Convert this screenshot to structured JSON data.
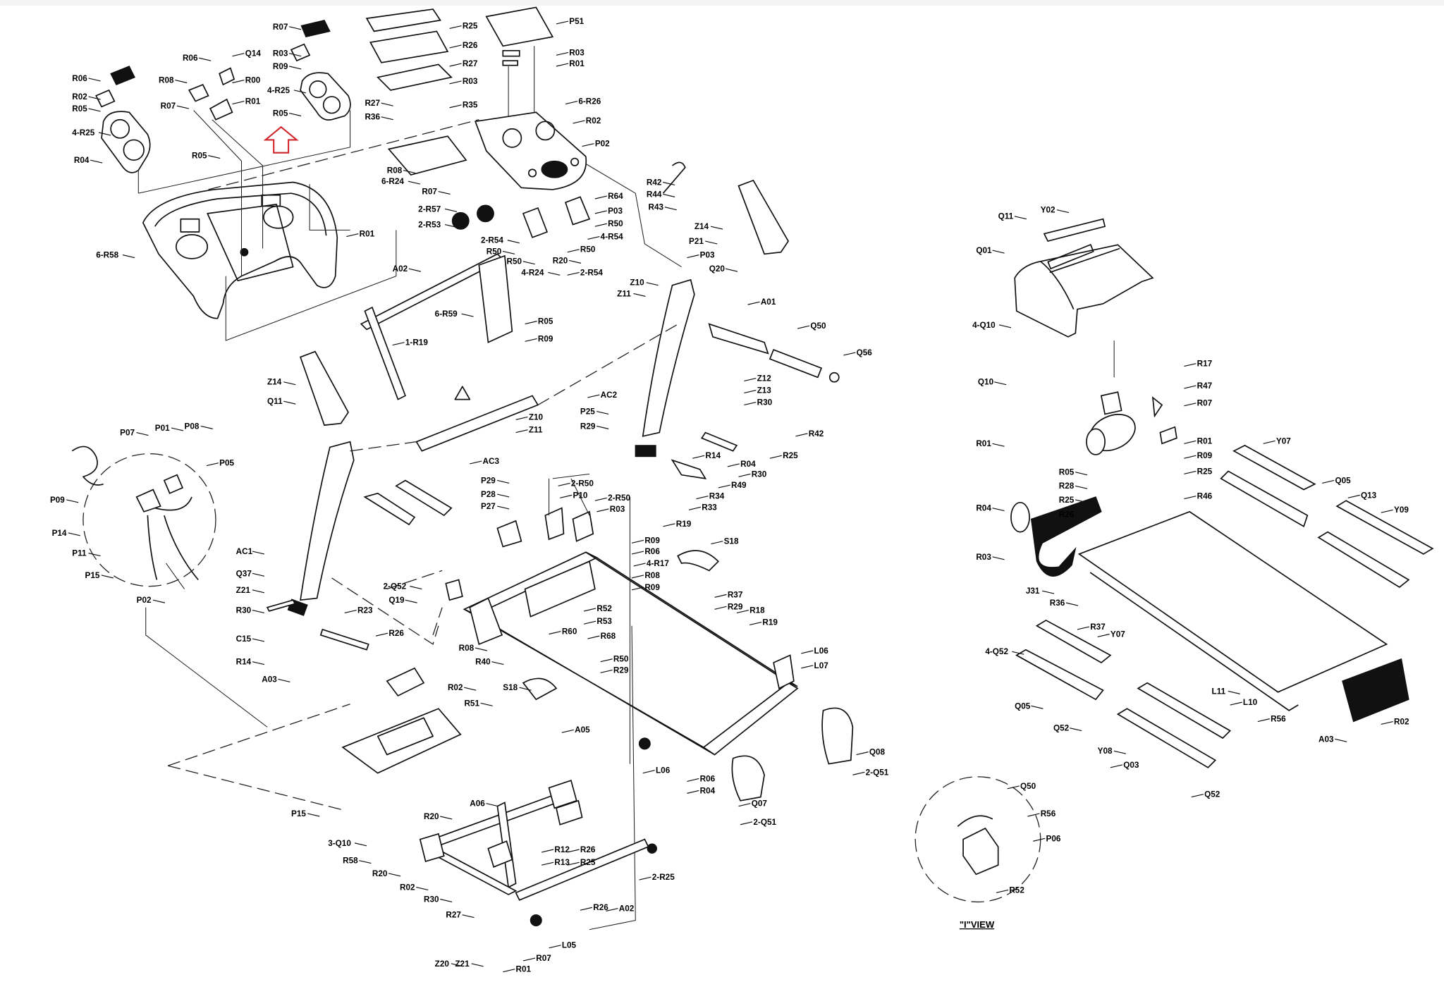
{
  "diagram": {
    "view_label": "\"I\"VIEW",
    "highlight_arrow_color": "#d0262b",
    "warning_icon": "warning-triangle-icon",
    "callouts": [
      "R06",
      "R02",
      "R05",
      "4-R25",
      "R04",
      "R08",
      "R06",
      "R07",
      "Q14",
      "R00",
      "R01",
      "R07",
      "R03",
      "R09",
      "4-R25",
      "R05",
      "R25",
      "R26",
      "R27",
      "R03",
      "R35",
      "R27",
      "R36",
      "P51",
      "R03",
      "R01",
      "6-R26",
      "R02",
      "P02",
      "R05",
      "R01",
      "6-R58",
      "R08",
      "6-R24",
      "R07",
      "2-R57",
      "2-R53",
      "2-R54",
      "R50",
      "R50",
      "4-R24",
      "R20",
      "2-R54",
      "R50",
      "R64",
      "P03",
      "R50",
      "4-R54",
      "R42",
      "R44",
      "R43",
      "Z14",
      "P21",
      "P03",
      "Q20",
      "Z10",
      "Z11",
      "A01",
      "A02",
      "6-R59",
      "R05",
      "R09",
      "1-R19",
      "Z14",
      "Q11",
      "Z10",
      "Z11",
      "AC3",
      "AC2",
      "P25",
      "R29",
      "Z12",
      "Z13",
      "R30",
      "Q50",
      "Q56",
      "R42",
      "R14",
      "R25",
      "R04",
      "R30",
      "R49",
      "R34",
      "R33",
      "R19",
      "P07",
      "P01",
      "P08",
      "P05",
      "P09",
      "P14",
      "P11",
      "P15",
      "P02",
      "AC1",
      "Q37",
      "Z21",
      "R30",
      "C15",
      "R14",
      "R23",
      "R26",
      "A03",
      "P29",
      "P28",
      "P27",
      "2-R50",
      "P10",
      "2-R50",
      "R03",
      "R09",
      "R06",
      "4-R17",
      "R08",
      "R09",
      "S18",
      "R37",
      "R29",
      "R18",
      "R19",
      "L06",
      "L07",
      "2-Q52",
      "Q19",
      "R52",
      "R53",
      "R60",
      "R68",
      "R08",
      "R40",
      "R50",
      "R29",
      "S18",
      "A05",
      "L06",
      "R06",
      "R04",
      "Q08",
      "2-Q51",
      "Q07",
      "2-Q51",
      "R02",
      "R51",
      "P15",
      "3-Q10",
      "R58",
      "A06",
      "R20",
      "R12",
      "R13",
      "R26",
      "R25",
      "2-R25",
      "R20",
      "R02",
      "R30",
      "R27",
      "R26",
      "A02",
      "L05",
      "R07",
      "R01",
      "Z20",
      "Z21",
      "Y02",
      "Q11",
      "Q01",
      "4-Q10",
      "Q10",
      "R17",
      "R47",
      "R07",
      "R01",
      "R05",
      "R28",
      "R25",
      "R26",
      "R04",
      "R03",
      "J31",
      "R36",
      "R01",
      "R09",
      "R25",
      "R46",
      "Y07",
      "Q05",
      "Q13",
      "Y09",
      "R37",
      "4-Q52",
      "Y07",
      "Q05",
      "Q52",
      "Y08",
      "Q03",
      "L11",
      "L10",
      "R56",
      "A03",
      "R02",
      "Q52",
      "Q50",
      "R56",
      "P06",
      "R52"
    ]
  }
}
